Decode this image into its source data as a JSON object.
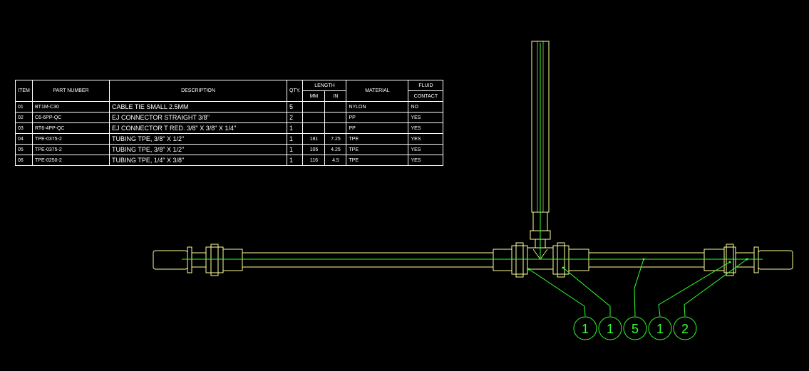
{
  "bom": {
    "headers": {
      "item": "ITEM",
      "part_number": "PART NUMBER",
      "description": "DESCRIPTION",
      "qty": "QTY.",
      "length": "LENGTH",
      "mm": "MM",
      "in": "IN",
      "material": "MATERIAL",
      "fluid": "FLUID",
      "contact": "CONTACT"
    },
    "rows": [
      {
        "item": "01",
        "part": "BT1M-C30",
        "desc": "CABLE TIE SMALL 2.5MM",
        "qty": "5",
        "mm": "",
        "in": "",
        "material": "NYLON",
        "contact": "NO"
      },
      {
        "item": "02",
        "part": "C6-6PP-QC",
        "desc": "EJ CONNECTOR STRAIGHT 3/8\"",
        "qty": "2",
        "mm": "",
        "in": "",
        "material": "PP",
        "contact": "YES"
      },
      {
        "item": "03",
        "part": "RT6-4PP-QC",
        "desc": "EJ CONNECTOR T RED. 3/8\" X 3/8\" X 1/4\"",
        "qty": "1",
        "mm": "",
        "in": "",
        "material": "PP",
        "contact": "YES"
      },
      {
        "item": "04",
        "part": "TPE-0375-2",
        "desc": "TUBING TPE, 3/8\" X 1/2\"",
        "qty": "1",
        "mm": "181",
        "in": "7.25",
        "material": "TPE",
        "contact": "YES"
      },
      {
        "item": "05",
        "part": "TPE-0375-2",
        "desc": "TUBING TPE, 3/8\" X 1/2\"",
        "qty": "1",
        "mm": "105",
        "in": "4.25",
        "material": "TPE",
        "contact": "YES"
      },
      {
        "item": "06",
        "part": "TPE-0250-2",
        "desc": "TUBING TPE, 1/4\" X 3/8\"",
        "qty": "1",
        "mm": "116",
        "in": "4.5",
        "material": "TPE",
        "contact": "YES"
      }
    ]
  },
  "balloons": [
    "1",
    "1",
    "5",
    "1",
    "2"
  ],
  "colors": {
    "background": "#000000",
    "outline": "#ffff99",
    "centerline": "#33ff33",
    "table": "#ffffff"
  }
}
